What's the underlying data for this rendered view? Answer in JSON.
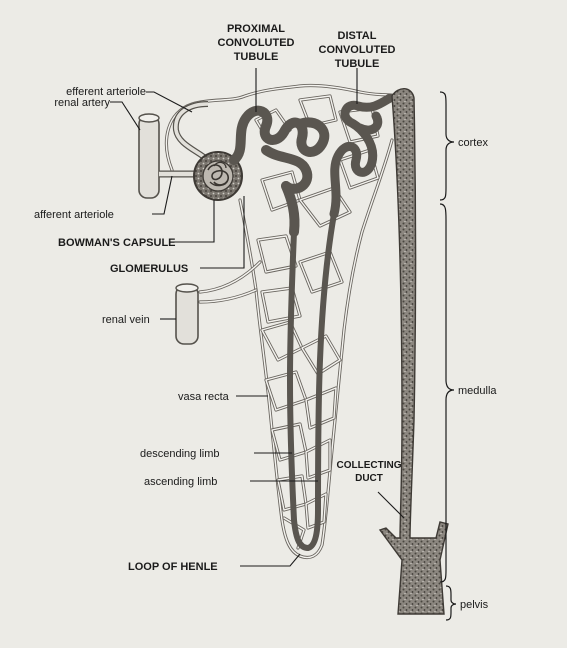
{
  "labels": {
    "proximal_1": "PROXIMAL",
    "proximal_2": "CONVOLUTED",
    "proximal_3": "TUBULE",
    "distal_1": "DISTAL",
    "distal_2": "CONVOLUTED",
    "distal_3": "TUBULE",
    "efferent_arteriole": "efferent arteriole",
    "renal_artery": "renal artery",
    "afferent_arteriole": "afferent arteriole",
    "bowmans_capsule": "BOWMAN'S CAPSULE",
    "glomerulus": "GLOMERULUS",
    "renal_vein": "renal vein",
    "vasa_recta": "vasa recta",
    "descending_limb": "descending limb",
    "ascending_limb": "ascending limb",
    "loop_of_henle": "LOOP OF HENLE",
    "collecting_1": "COLLECTING",
    "collecting_2": "DUCT",
    "cortex": "cortex",
    "medulla": "medulla",
    "pelvis": "pelvis"
  },
  "colors": {
    "background": "#ecebe6",
    "tubule": "#5a5650",
    "capillary": "#6a6660",
    "text": "#1b1b1b"
  }
}
